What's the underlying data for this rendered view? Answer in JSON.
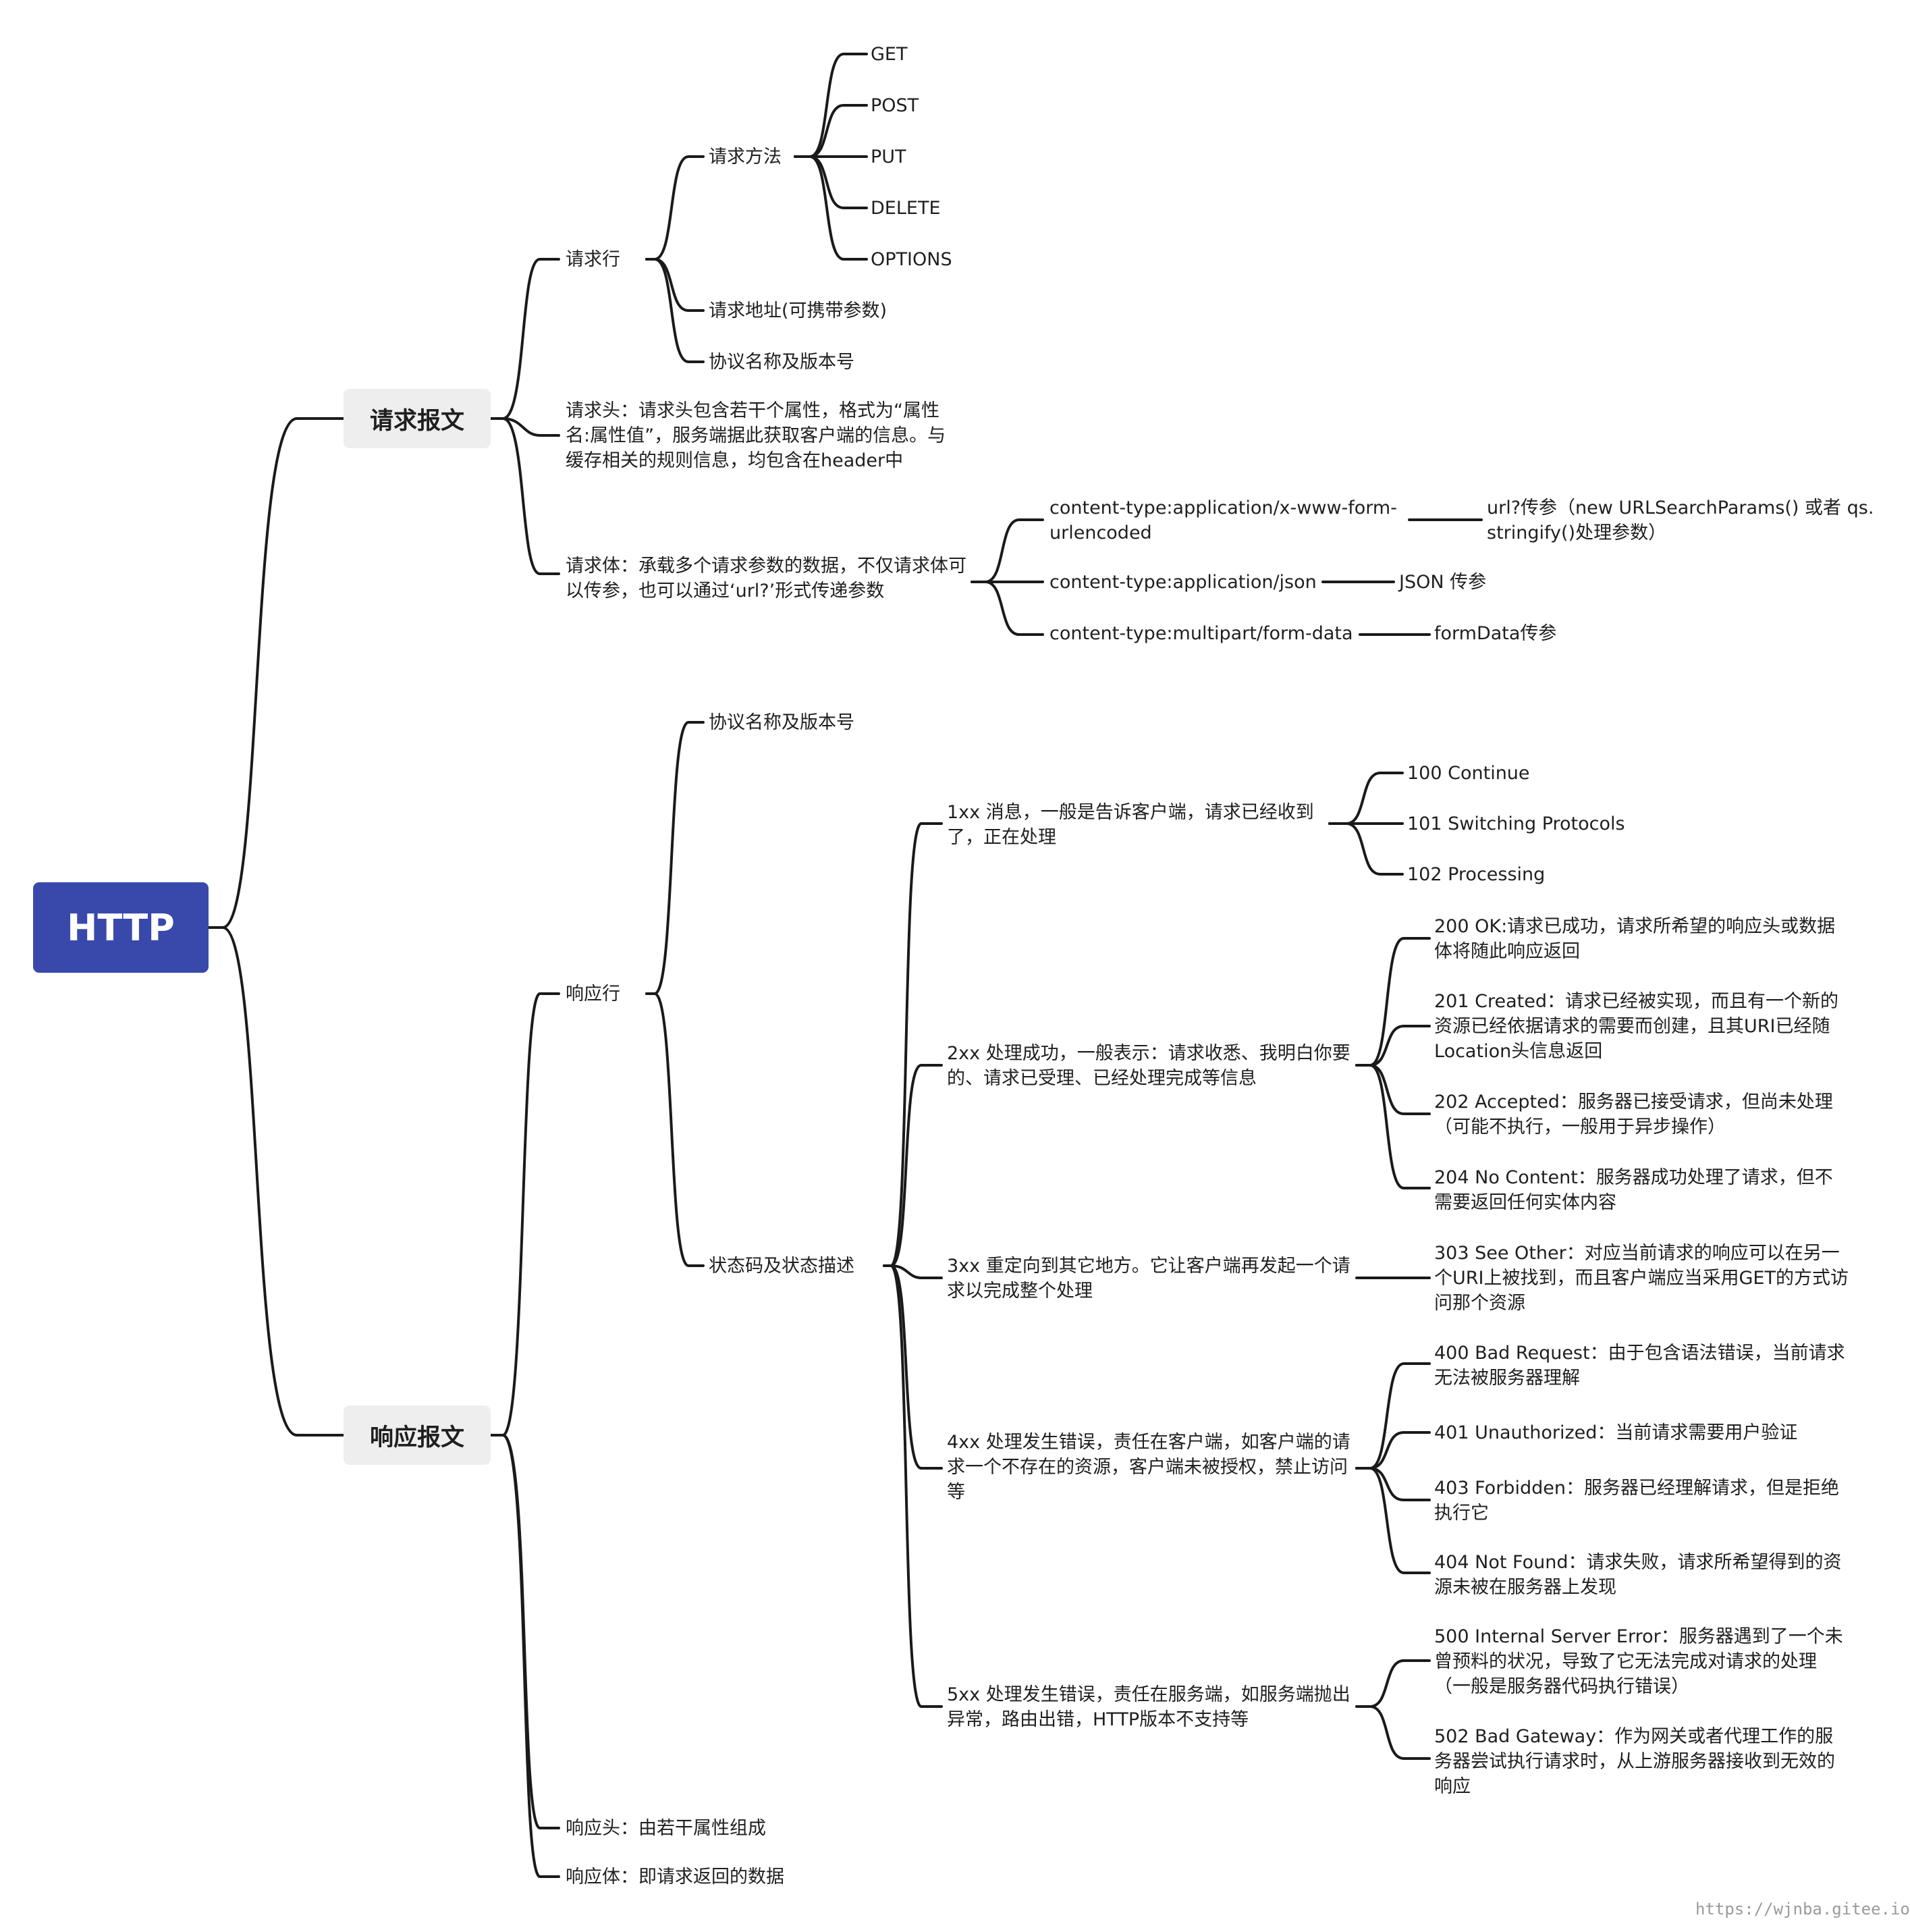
{
  "root": {
    "label": "HTTP"
  },
  "request": {
    "label": "请求报文",
    "line": {
      "label": "请求行",
      "methods": {
        "label": "请求方法",
        "items": [
          "GET",
          "POST",
          "PUT",
          "DELETE",
          "OPTIONS"
        ]
      },
      "url": "请求地址(可携带参数)",
      "protocol": "协议名称及版本号"
    },
    "header": "请求头：请求头包含若干个属性，格式为“属性名:属性值”，服务端据此获取客户端的信息。与缓存相关的规则信息，均包含在header中",
    "body": {
      "label": "请求体：承载多个请求参数的数据，不仅请求体可以传参，也可以通过‘url?’形式传递参数",
      "types": [
        {
          "label": "content-type:application/x-www-form-urlencoded",
          "desc": "url?传参（new URLSearchParams() 或者 qs. stringify()处理参数）"
        },
        {
          "label": "content-type:application/json",
          "desc": "JSON 传参"
        },
        {
          "label": "content-type:multipart/form-data",
          "desc": "formData传参"
        }
      ]
    }
  },
  "response": {
    "label": "响应报文",
    "line": {
      "label": "响应行",
      "protocol": "协议名称及版本号",
      "status": {
        "label": "状态码及状态描述",
        "groups": [
          {
            "label": "1xx 消息，一般是告诉客户端，请求已经收到了，正在处理",
            "items": [
              "100 Continue",
              "101 Switching Protocols",
              "102 Processing"
            ]
          },
          {
            "label": "2xx 处理成功，一般表示：请求收悉、我明白你要的、请求已受理、已经处理完成等信息",
            "items": [
              "200 OK:请求已成功，请求所希望的响应头或数据体将随此响应返回",
              "201 Created：请求已经被实现，而且有一个新的资源已经依据请求的需要而创建，且其URI已经随Location头信息返回",
              "202 Accepted：服务器已接受请求，但尚未处理（可能不执行，一般用于异步操作）",
              "204 No Content：服务器成功处理了请求，但不需要返回任何实体内容"
            ]
          },
          {
            "label": "3xx 重定向到其它地方。它让客户端再发起一个请求以完成整个处理",
            "items": [
              "303 See Other：对应当前请求的响应可以在另一个URI上被找到，而且客户端应当采用GET的方式访问那个资源"
            ]
          },
          {
            "label": "4xx 处理发生错误，责任在客户端，如客户端的请求一个不存在的资源，客户端未被授权，禁止访问等",
            "items": [
              "400 Bad Request：由于包含语法错误，当前请求无法被服务器理解",
              "401 Unauthorized：当前请求需要用户验证",
              "403 Forbidden：服务器已经理解请求，但是拒绝执行它",
              "404 Not Found：请求失败，请求所希望得到的资源未被在服务器上发现"
            ]
          },
          {
            "label": "5xx 处理发生错误，责任在服务端，如服务端抛出异常，路由出错，HTTP版本不支持等",
            "items": [
              "500 Internal Server Error：服务器遇到了一个未曾预料的状况，导致了它无法完成对请求的处理（一般是服务器代码执行错误）",
              "502 Bad Gateway：作为网关或者代理工作的服务器尝试执行请求时，从上游服务器接收到无效的响应"
            ]
          }
        ]
      }
    },
    "header": "响应头：由若干属性组成",
    "body": "响应体：即请求返回的数据"
  },
  "watermark": "https://wjnba.gitee.io/"
}
